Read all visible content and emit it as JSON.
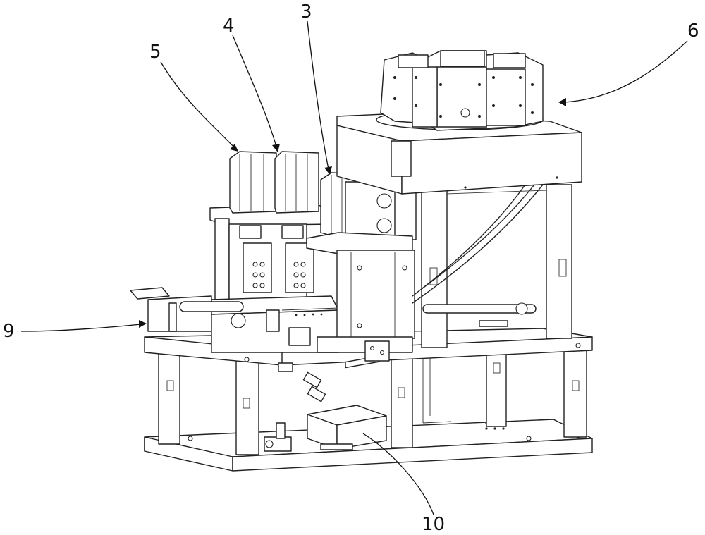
{
  "labels": {
    "l3": "3",
    "l4": "4",
    "l5": "5",
    "l6": "6",
    "l9": "9",
    "l10": "10"
  },
  "colors": {
    "line": "#222222",
    "background": "#ffffff"
  }
}
